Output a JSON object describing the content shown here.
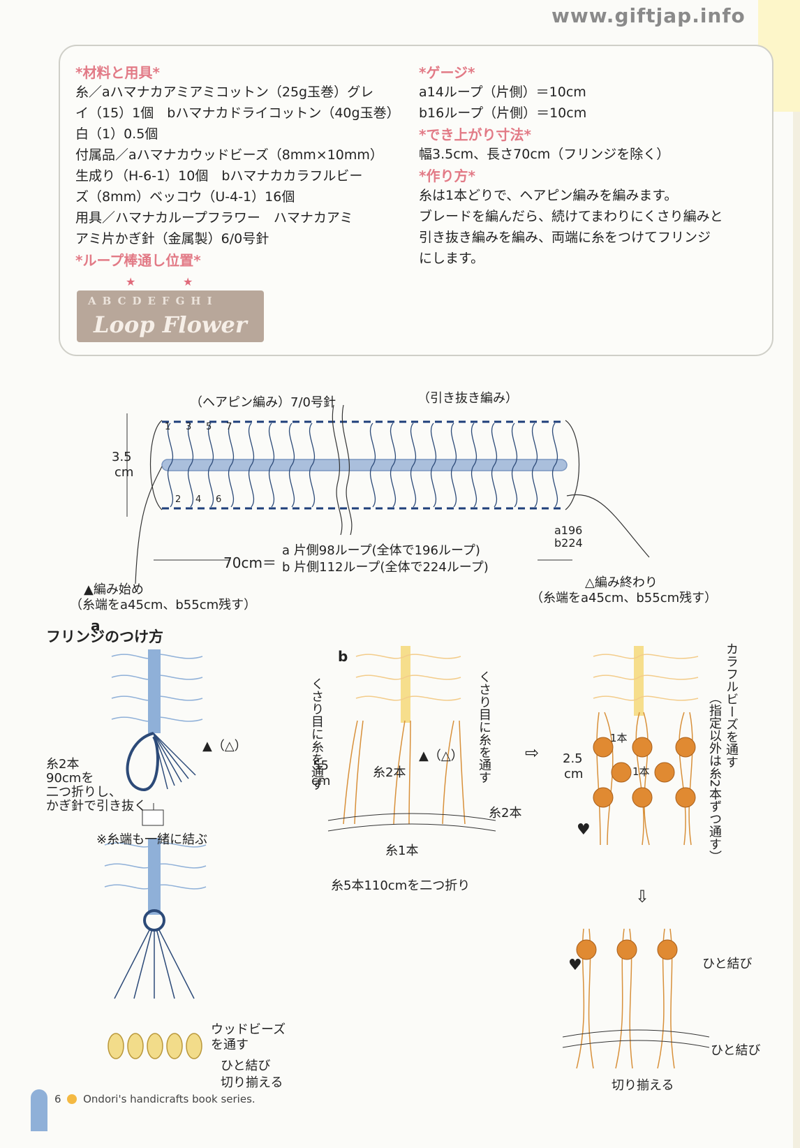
{
  "site": "www.giftjap.info",
  "materials": {
    "heading": "*材料と用具*",
    "lines": [
      "糸／aハマナカアミアミコットン（25g玉巻）グレ",
      "イ（15）1個　bハマナカドライコットン（40g玉巻）",
      "白（1）0.5個",
      "付属品／aハマナカウッドビーズ（8mm×10mm）",
      "生成り（H-6-1）10個　bハマナカカラフルビー",
      "ズ（8mm）ベッコウ（U-4-1）16個",
      "用具／ハマナカループフラワー　ハマナカアミ",
      "アミ片かぎ針（金属製）6/0号針"
    ],
    "loop_heading": "*ループ棒通し位置*",
    "loop_letters": "ABCDEFGHI",
    "loop_title": "Loop Flower",
    "star": "★"
  },
  "gauge": {
    "heading": "*ゲージ*",
    "lines": [
      "a14ループ（片側）＝10cm",
      "b16ループ（片側）＝10cm"
    ],
    "size_heading": "*でき上がり寸法*",
    "size_line": "幅3.5cm、長さ70cm（フリンジを除く）",
    "method_heading": "*作り方*",
    "method_lines": [
      "糸は1本どりで、ヘアピン編みを編みます。",
      "ブレードを編んだら、続けてまわりにくさり編みと",
      "引き抜き編みを編み、両端に糸をつけてフリンジ",
      "にします。"
    ]
  },
  "diagram": {
    "hairpin": "（ヘアピン編み）7/0号針",
    "slip": "（引き抜き編み）",
    "width_num": "3.5",
    "width_unit": "cm",
    "loop_nums_top": [
      "1",
      "3",
      "5",
      "7"
    ],
    "loop_nums_bottom": [
      "2",
      "4",
      "6"
    ],
    "end_a": "a196",
    "end_b": "b224",
    "length": "70cm＝",
    "length_a": "a 片側98ループ(全体で196ループ)",
    "length_b": "b 片側112ループ(全体で224ループ)",
    "start1": "▲編み始め",
    "start2": "（糸端をa45cm、b55cm残す）",
    "end1": "△編み終わり",
    "end2": "（糸端をa45cm、b55cm残す）"
  },
  "fringe": {
    "title": "フリンジのつけ方",
    "a": {
      "label": "a",
      "tri": "▲（△）",
      "yarn": [
        "糸2本",
        "90cmを",
        "二つ折りし、",
        "かぎ針で引き抜く"
      ],
      "note": "※糸端も一緒に結ぶ",
      "beads": [
        "ウッドビーズ",
        "を通す"
      ],
      "knot": "ひと結び",
      "cut": "切り揃える"
    },
    "b": {
      "label": "b",
      "through_left": "くさり目に糸を通す",
      "through_right": "くさり目に糸を通す",
      "len": "55",
      "len_unit": "cm",
      "two": "糸2本",
      "tri": "▲（△）",
      "two_right": "糸2本",
      "one": "糸1本",
      "total": "糸5本110cmを二つ折り",
      "height": "2.5",
      "height_unit": "cm",
      "one_a": "1本",
      "one_b": "1本",
      "beads_v1": "カラフルビーズを通す",
      "beads_v2": "（指定以外は糸2本ずつ通す）",
      "knot1": "ひと結び",
      "knot2": "ひと結び",
      "cut": "切り揃える",
      "heart": "♥"
    }
  },
  "footer": {
    "page": "6",
    "series": "Ondori's handicrafts book series."
  },
  "colors": {
    "pink": "#e27a86",
    "blue": "#8fb0d8",
    "yellow": "#f6de8c",
    "orange": "#e08a32",
    "tan": "#b8a79a"
  }
}
